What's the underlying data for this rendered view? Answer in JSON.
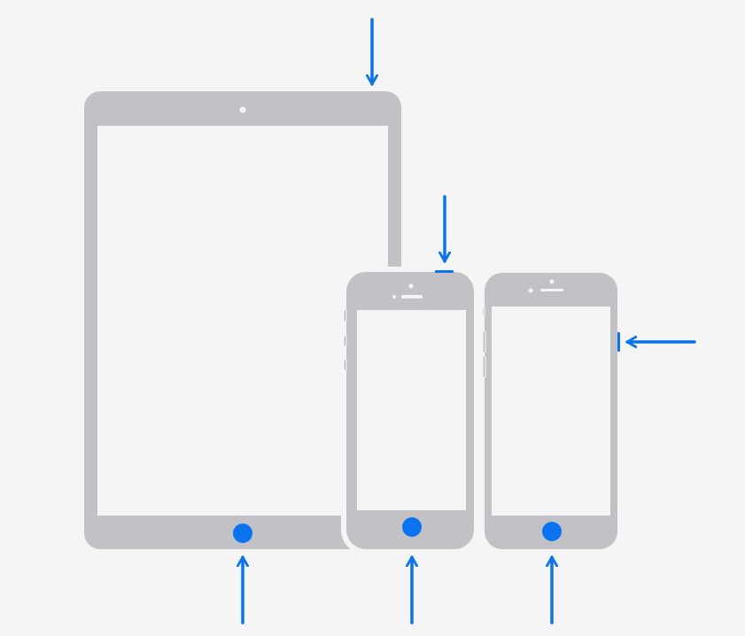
{
  "colors": {
    "background": "#f5f5f5",
    "device": "#c2c1c6",
    "screen": "#f5f5f5",
    "accent": "#0a74f0"
  },
  "devices": [
    {
      "name": "ipad",
      "highlighted_buttons": [
        "top-button",
        "home-button"
      ]
    },
    {
      "name": "iphone-top-button",
      "highlighted_buttons": [
        "top-button",
        "home-button"
      ]
    },
    {
      "name": "iphone-side-button",
      "highlighted_buttons": [
        "side-button",
        "home-button"
      ]
    }
  ]
}
